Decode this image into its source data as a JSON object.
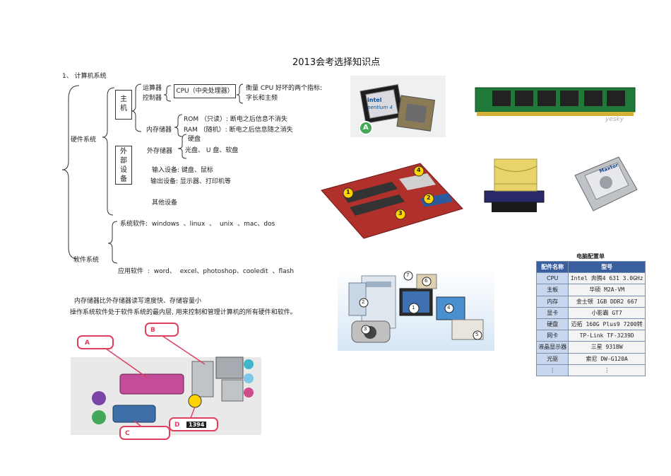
{
  "title": "2013会考选择知识点",
  "section": "1、 计算机系统",
  "hardware": {
    "label": "硬件系统",
    "host": "主机",
    "host_chars": [
      "主",
      "机"
    ],
    "alu": "运算器",
    "controller": "控制器",
    "cpu": "CPU（中央处理器）",
    "cpu_metric_1": "衡量 CPU 好坏的两个指标:",
    "cpu_metric_2": "字长和主频",
    "internal_memory": "内存储器",
    "rom": "ROM （只读）: 断电之后信息不消失",
    "ram": "RAM （随机）: 断电之后信息随之消失",
    "peripheral_chars": [
      "外",
      "部",
      "设",
      "备"
    ],
    "external_storage": "外存储器",
    "hard_disk": "硬盘",
    "optical_disk": "光盘、 U 盘、软盘",
    "input_devices": "输入设备: 键盘、鼠标",
    "output_devices": "输出设备: 显示器、打印机等",
    "other_devices": "其他设备"
  },
  "software": {
    "label": "软件系统",
    "system_software": "系统软件: windows 、linux 、 unix 、mac、dos",
    "application_software": "应用软件 : word、 excel、photoshop、cooledit 、flash"
  },
  "notes": [
    "内存储器比外存储器读写速度快、存储容量小",
    "操作系统软件处于软件系统的最内层, 用来控制和管理计算机的所有硬件和软件。"
  ],
  "cpu_photo": {
    "chip_label_1": "intel",
    "chip_label_2": "pentium 4",
    "badge": "A"
  },
  "ram_photo": {
    "watermark": "yesky"
  },
  "motherboard_photo": {
    "markers": [
      "1",
      "2",
      "3",
      "4"
    ]
  },
  "hdd_photo": {
    "brand": "Maxtor"
  },
  "peripherals_photo": {
    "markers": [
      "1",
      "2",
      "3",
      "4",
      "5",
      "6",
      "7"
    ]
  },
  "ports_photo": {
    "badges": [
      "A",
      "B",
      "C",
      "D"
    ],
    "firewire": "1394"
  },
  "config_table": {
    "title": "电脑配置单",
    "headers": [
      "配件名称",
      "型号"
    ],
    "rows": [
      [
        "CPU",
        "Intel 奔腾4 631 3.0GHz"
      ],
      [
        "主板",
        "华硕 M2A-VM"
      ],
      [
        "内存",
        "金士顿 1GB DDR2 667"
      ],
      [
        "显卡",
        "小影霸 GT7"
      ],
      [
        "硬盘",
        "迈拓 160G Plus9 7200转"
      ],
      [
        "网卡",
        "TP-Link TF-3239D"
      ],
      [
        "液晶显示器",
        "三星 931BW"
      ],
      [
        "光驱",
        "索尼 DW-G120A"
      ],
      [
        "⋮",
        "⋮"
      ]
    ]
  },
  "colors": {
    "accent_blue": "#3a5f9e",
    "board_red": "#b0302b",
    "ram_green": "#1f7a3a",
    "cable_yellow": "#e8d46a"
  }
}
